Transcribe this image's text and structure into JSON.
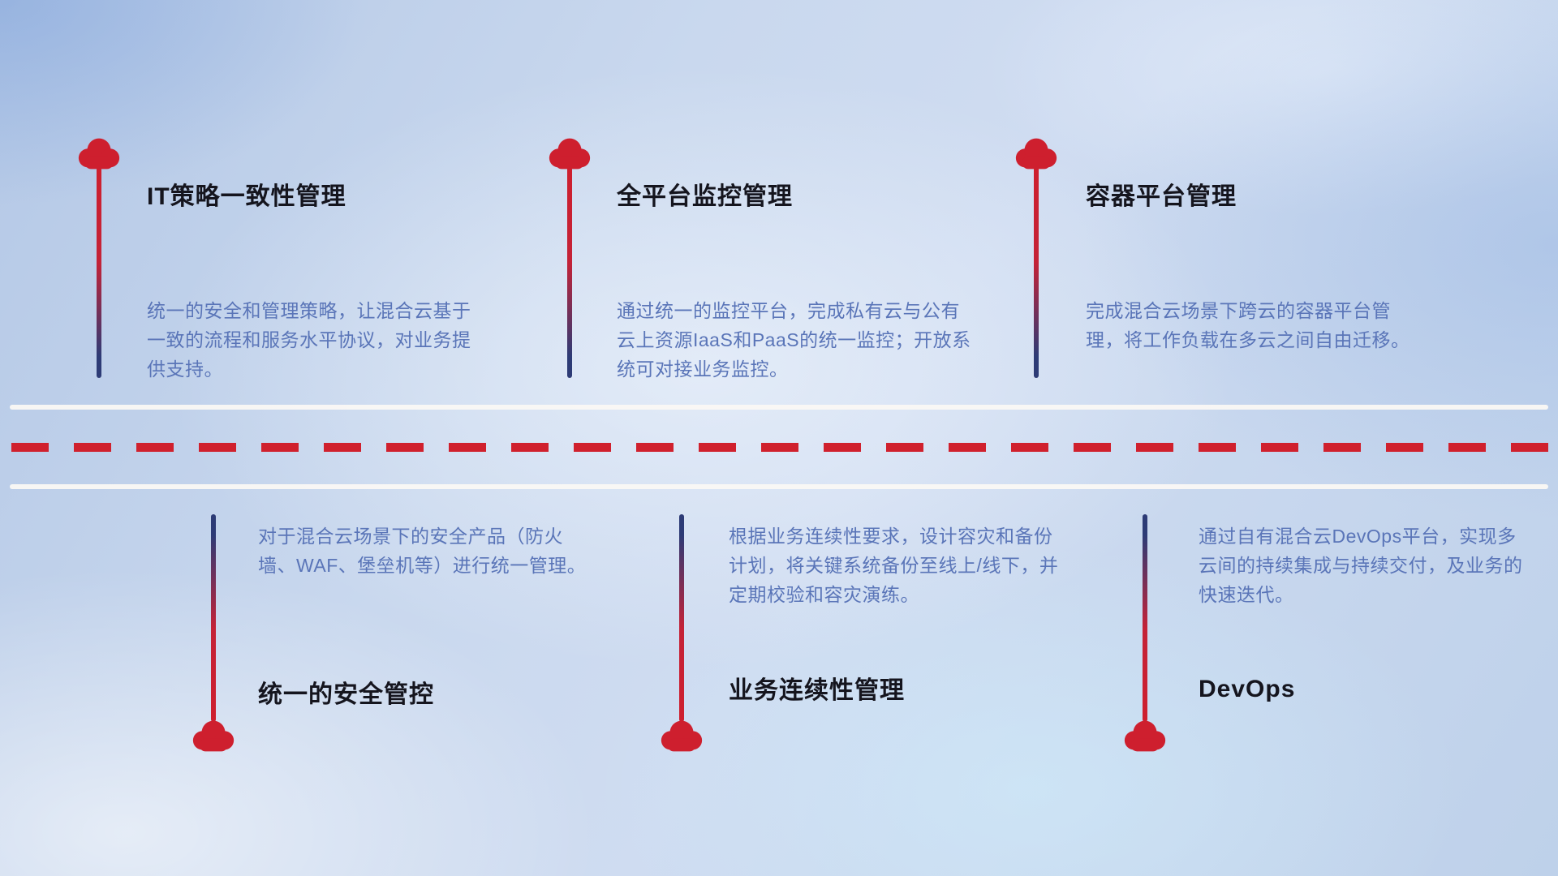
{
  "theme": {
    "accent_red": "#ce1f2e",
    "accent_navy": "#2d3b76",
    "title_color": "#15151e",
    "body_color": "#5a75b8"
  },
  "top_items": [
    {
      "title": "IT策略一致性管理",
      "description": "统一的安全和管理策略，让混合云基于一致的流程和服务水平协议，对业务提供支持。"
    },
    {
      "title": "全平台监控管理",
      "description": "通过统一的监控平台，完成私有云与公有云上资源IaaS和PaaS的统一监控；开放系统可对接业务监控。"
    },
    {
      "title": "容器平台管理",
      "description": "完成混合云场景下跨云的容器平台管理，将工作负载在多云之间自由迁移。"
    }
  ],
  "bottom_items": [
    {
      "title": "统一的安全管控",
      "description": "对于混合云场景下的安全产品（防火墙、WAF、堡垒机等）进行统一管理。"
    },
    {
      "title": "业务连续性管理",
      "description": "根据业务连续性要求，设计容灾和备份计划，将关键系统备份至线上/线下，并定期校验和容灾演练。"
    },
    {
      "title": "DevOps",
      "description": "通过自有混合云DevOps平台，实现多云间的持续集成与持续交付，及业务的快速迭代。"
    }
  ]
}
